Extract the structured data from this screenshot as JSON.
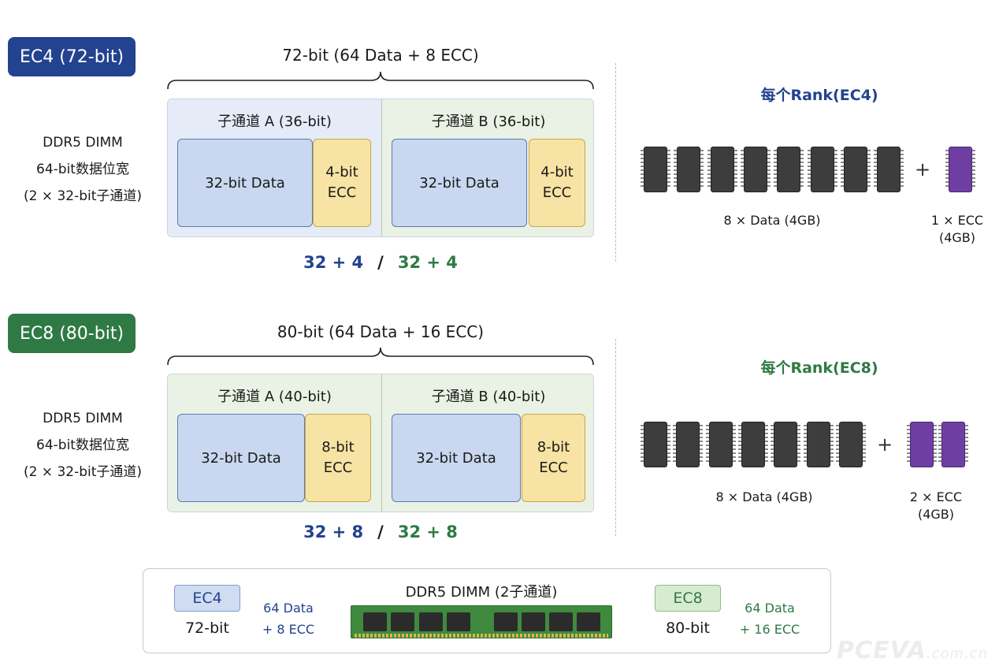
{
  "ec4": {
    "badge": "EC4 (72-bit)",
    "side_lines": [
      "DDR5 DIMM",
      "64-bit数据位宽",
      "(2 × 32-bit子通道)"
    ],
    "total": "72-bit (64 Data + 8 ECC)",
    "sub_a": {
      "label": "子通道 A (36-bit)",
      "data": "32-bit Data",
      "ecc_line1": "4-bit",
      "ecc_line2": "ECC"
    },
    "sub_b": {
      "label": "子通道 B (36-bit)",
      "data": "32-bit Data",
      "ecc_line1": "4-bit",
      "ecc_line2": "ECC"
    },
    "ratio_a": "32 + 4",
    "ratio_sep": "/",
    "ratio_b": "32 + 4",
    "rank_title": "每个Rank(EC4)",
    "data_chip_count": 8,
    "ecc_chip_count": 1,
    "plus": "+",
    "data_caption": "8 × Data (4GB)",
    "ecc_caption_1": "1 × ECC",
    "ecc_caption_2": "(4GB)"
  },
  "ec8": {
    "badge": "EC8 (80-bit)",
    "side_lines": [
      "DDR5 DIMM",
      "64-bit数据位宽",
      "(2 × 32-bit子通道)"
    ],
    "total": "80-bit (64 Data + 16 ECC)",
    "sub_a": {
      "label": "子通道 A (40-bit)",
      "data": "32-bit Data",
      "ecc_line1": "8-bit",
      "ecc_line2": "ECC"
    },
    "sub_b": {
      "label": "子通道 B (40-bit)",
      "data": "32-bit Data",
      "ecc_line1": "8-bit",
      "ecc_line2": "ECC"
    },
    "ratio_a": "32 + 8",
    "ratio_sep": "/",
    "ratio_b": "32 + 8",
    "rank_title": "每个Rank(EC8)",
    "data_chip_count": 7,
    "ecc_chip_count": 2,
    "plus": "+",
    "data_caption": "8 × Data (4GB)",
    "ecc_caption_1": "2 × ECC",
    "ecc_caption_2": "(4GB)"
  },
  "summary": {
    "title": "DDR5 DIMM (2子通道)",
    "ec4_badge": "EC4",
    "ec4_width": "72-bit",
    "ec4_desc_1": "64 Data",
    "ec4_desc_2": "+ 8 ECC",
    "ec8_badge": "EC8",
    "ec8_width": "80-bit",
    "ec8_desc_1": "64 Data",
    "ec8_desc_2": "+ 16 ECC"
  },
  "watermark": {
    "brand": "PCEVA",
    "domain": ".com.cn"
  },
  "colors": {
    "ec4": "#23428f",
    "ec8": "#2f7a44",
    "data": "#c9d8f0",
    "ecc": "#f7e3a3",
    "ecc_chip": "#6f3ea3",
    "data_chip": "#3d3d3d"
  }
}
